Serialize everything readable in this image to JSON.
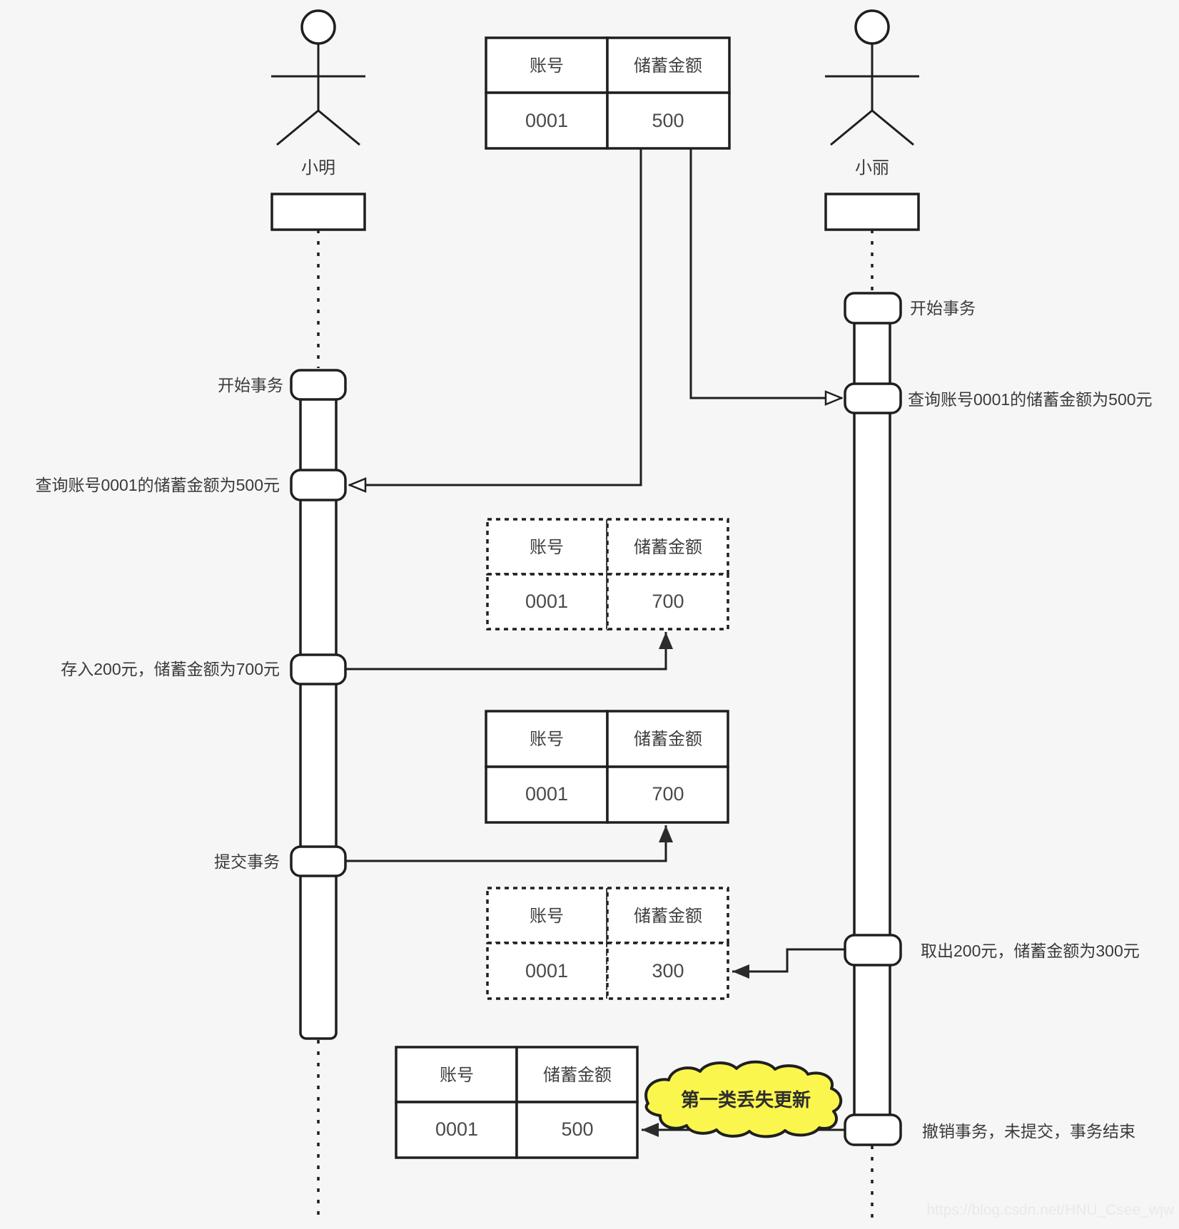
{
  "actors": {
    "left": {
      "name": "小明"
    },
    "right": {
      "name": "小丽"
    }
  },
  "labels": {
    "left_begin": "开始事务",
    "left_query": "查询账号0001的储蓄金额为500元",
    "left_deposit": "存入200元，储蓄金额为700元",
    "left_commit": "提交事务",
    "right_begin": "开始事务",
    "right_query": "查询账号0001的储蓄金额为500元",
    "right_withdraw": "取出200元，储蓄金额为300元",
    "right_rollback": "撤销事务，未提交，事务结束"
  },
  "tables": {
    "initial": {
      "headers": [
        "账号",
        "储蓄金额"
      ],
      "row": [
        "0001",
        "500"
      ]
    },
    "deposit_uncommitted": {
      "headers": [
        "账号",
        "储蓄金额"
      ],
      "row": [
        "0001",
        "700"
      ]
    },
    "deposit_committed": {
      "headers": [
        "账号",
        "储蓄金额"
      ],
      "row": [
        "0001",
        "700"
      ]
    },
    "withdraw_uncommitted": {
      "headers": [
        "账号",
        "储蓄金额"
      ],
      "row": [
        "0001",
        "300"
      ]
    },
    "after_rollback": {
      "headers": [
        "账号",
        "储蓄金额"
      ],
      "row": [
        "0001",
        "500"
      ]
    }
  },
  "callout": {
    "text": "第一类丢失更新"
  },
  "watermark": "https://blog.csdn.net/HNU_Csee_wjw",
  "colors": {
    "background": "#f6f6f7",
    "stroke": "#1f1f1f",
    "green": "#9de383",
    "purple": "#9999eb",
    "pink": "#f8cecc",
    "yellow": "#fbf64e",
    "white": "#ffffff"
  }
}
